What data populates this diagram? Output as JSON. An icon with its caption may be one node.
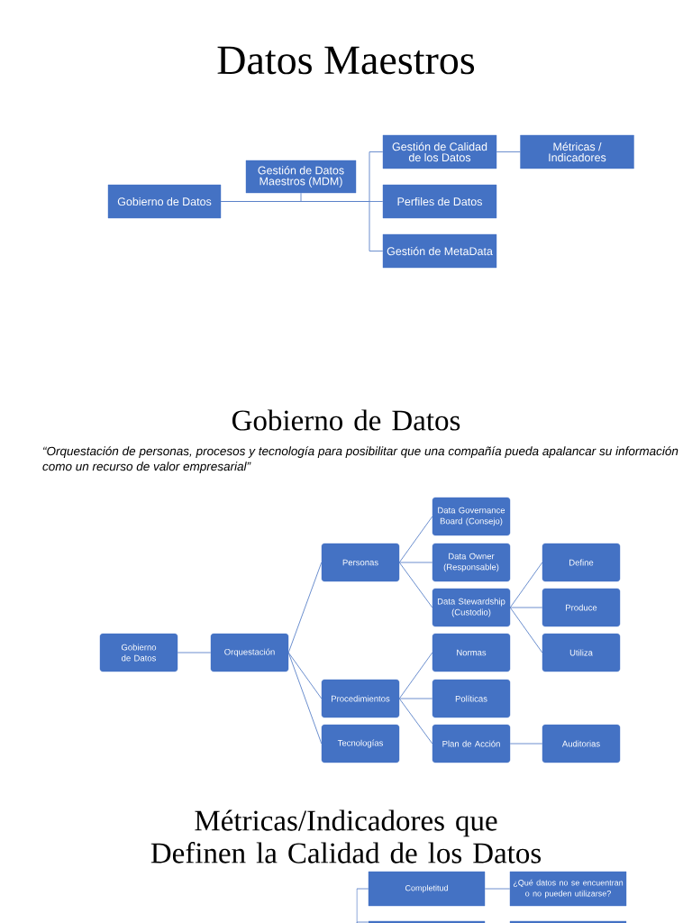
{
  "diagram": {
    "title": "Datos Maestros",
    "nodes": [
      {
        "text": [
          "Gobierno de Datos"
        ]
      },
      {
        "text": [
          "Gestión de Datos Maestros (MDM)"
        ]
      },
      {
        "text": [
          "Gestión de Calidad de los Datos"
        ]
      },
      {
        "text": [
          "Métricas / Indicadores"
        ]
      },
      {
        "text": [
          "Perfiles de Datos"
        ]
      },
      {
        "text": [
          "Gestión de MetaData"
        ]
      },
      {
        "text": [
          "Gobierno de Datos"
        ]
      },
      {
        "text": [
          "Orquestación"
        ]
      },
      {
        "text": [
          "Personas"
        ]
      },
      {
        "text": [
          "Procedimientos"
        ]
      },
      {
        "text": [
          "Tecnologías"
        ]
      },
      {
        "text": [
          "Data Governance Board (Consejo)"
        ]
      },
      {
        "text": [
          "Data Owner (Responsable)"
        ]
      },
      {
        "text": [
          "Data Stewardship (Custodio)"
        ]
      },
      {
        "text": [
          "Normas"
        ]
      },
      {
        "text": [
          "Políticas"
        ]
      },
      {
        "text": [
          "Plan de Acción"
        ]
      },
      {
        "text": [
          "Define"
        ]
      },
      {
        "text": [
          "Produce"
        ]
      },
      {
        "text": [
          "Utiliza"
        ]
      },
      {
        "text": [
          "Auditorias"
        ]
      },
      {
        "text": [
          "Completitud"
        ]
      },
      {
        "text": [
          "¿Qué datos no se encuentran o no pueden utilizarse?"
        ]
      },
      {
        "text": [],
        "shape": "box"
      },
      {
        "text": [],
        "shape": "box"
      }
    ],
    "edges": [
      {
        "from": 0,
        "to": 1,
        "arrow": "none"
      },
      {
        "from": 0,
        "to": 2,
        "arrow": "none"
      },
      {
        "from": 0,
        "to": 4,
        "arrow": "none"
      },
      {
        "from": 0,
        "to": 5,
        "arrow": "none"
      },
      {
        "from": 2,
        "to": 3,
        "arrow": "none"
      },
      {
        "from": 6,
        "to": 7,
        "arrow": "none"
      },
      {
        "from": 7,
        "to": 8,
        "arrow": "none"
      },
      {
        "from": 7,
        "to": 9,
        "arrow": "none"
      },
      {
        "from": 7,
        "to": 10,
        "arrow": "none"
      },
      {
        "from": 8,
        "to": 11,
        "arrow": "none"
      },
      {
        "from": 8,
        "to": 12,
        "arrow": "none"
      },
      {
        "from": 8,
        "to": 13,
        "arrow": "none"
      },
      {
        "from": 13,
        "to": 17,
        "arrow": "none"
      },
      {
        "from": 13,
        "to": 18,
        "arrow": "none"
      },
      {
        "from": 13,
        "to": 19,
        "arrow": "none"
      },
      {
        "from": 9,
        "to": 14,
        "arrow": "none"
      },
      {
        "from": 9,
        "to": 15,
        "arrow": "none"
      },
      {
        "from": 9,
        "to": 16,
        "arrow": "none"
      },
      {
        "from": 16,
        "to": 20,
        "arrow": "none"
      },
      {
        "from": null,
        "to": 21,
        "arrow": "none"
      },
      {
        "from": 21,
        "to": 22,
        "arrow": "none"
      },
      {
        "from": null,
        "to": 23,
        "arrow": "none"
      }
    ],
    "labels": [
      "Gobierno de Datos",
      "“Orquestación de personas, procesos y tecnología para posibilitar que una compañía pueda apalancar su información como un recurso de valor empresarial”",
      "Métricas/Indicadores que Definen la Calidad de los Datos"
    ]
  }
}
